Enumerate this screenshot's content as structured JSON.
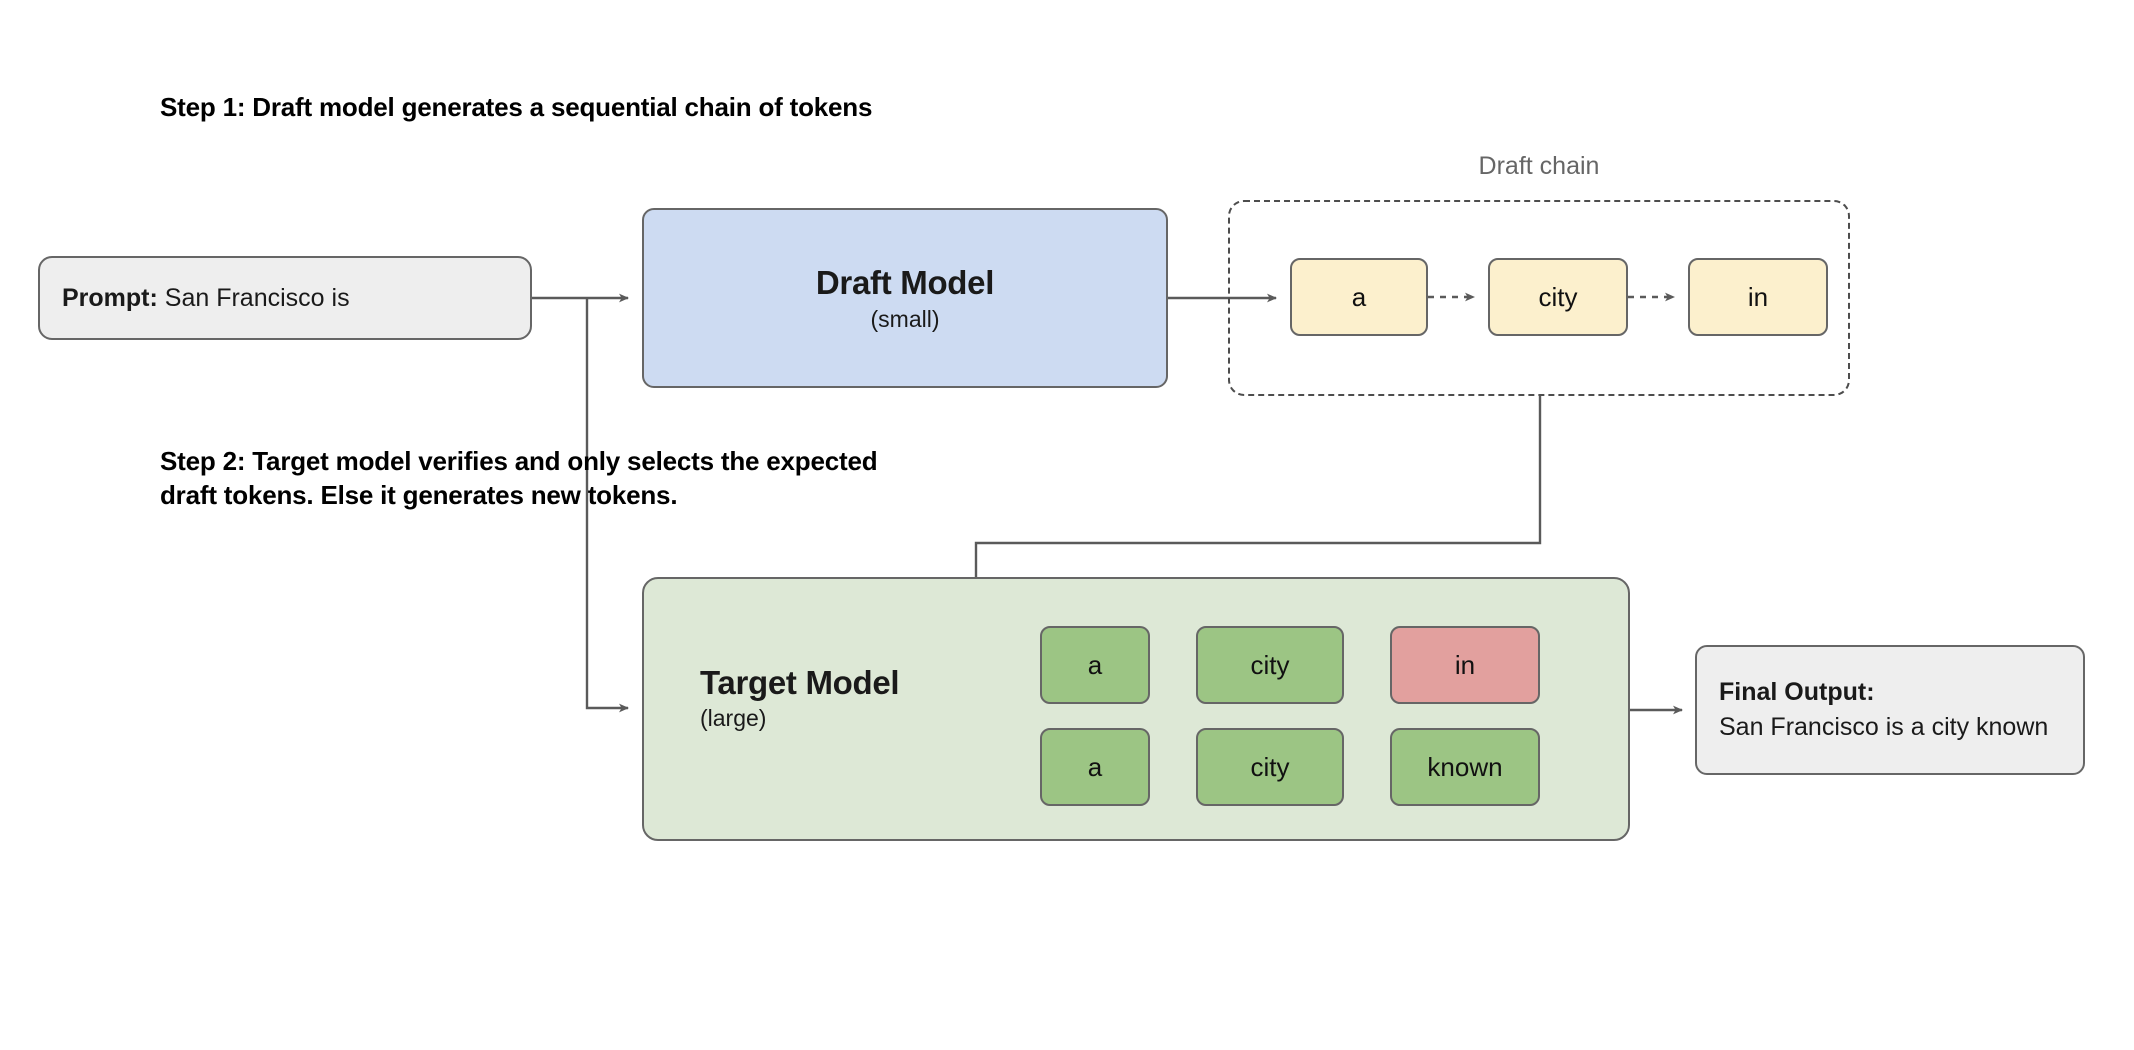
{
  "steps": {
    "step1": "Step 1: Draft model generates a sequential chain of tokens",
    "step2": "Step 2: Target model verifies and only selects the expected\ndraft tokens. Else it generates new tokens."
  },
  "prompt": {
    "label": "Prompt:",
    "text": " San Francisco is"
  },
  "draft_model": {
    "title": "Draft Model",
    "subtitle": "(small)"
  },
  "draft_chain": {
    "label": "Draft chain",
    "tokens": [
      {
        "text": "a"
      },
      {
        "text": "city"
      },
      {
        "text": "in"
      }
    ]
  },
  "target_model": {
    "title": "Target Model",
    "subtitle": "(large)",
    "rows": [
      {
        "tokens": [
          {
            "text": "a",
            "state": "accepted"
          },
          {
            "text": "city",
            "state": "accepted"
          },
          {
            "text": "in",
            "state": "rejected"
          }
        ]
      },
      {
        "tokens": [
          {
            "text": "a",
            "state": "accepted"
          },
          {
            "text": "city",
            "state": "accepted"
          },
          {
            "text": "known",
            "state": "accepted"
          }
        ]
      }
    ]
  },
  "final_output": {
    "label": "Final Output:",
    "text": "San Francisco is a city known"
  },
  "colors": {
    "draft_model_fill": "#cddbf2",
    "draft_token_fill": "#fcf0cd",
    "target_container_fill": "#dde8d6",
    "accepted_token_fill": "#9cc584",
    "rejected_token_fill": "#e2a09e",
    "neutral_box_fill": "#eeeeee",
    "stroke": "#666666",
    "label_gray": "#666666"
  }
}
